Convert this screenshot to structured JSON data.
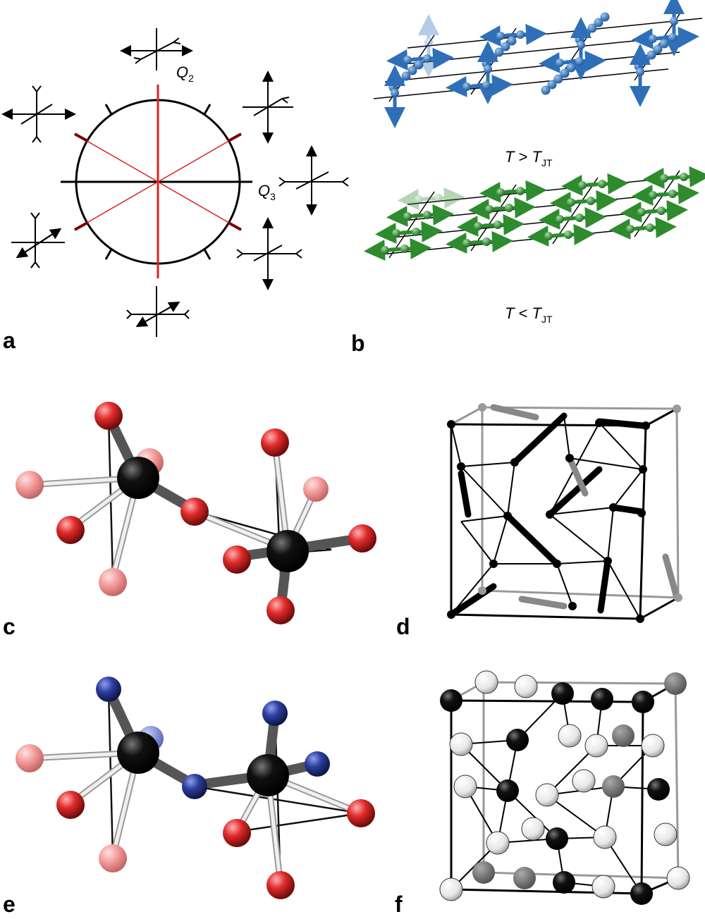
{
  "panels": {
    "a": {
      "label": "a",
      "axis_q2": "Q",
      "axis_q2_sub": "2",
      "axis_q3": "Q",
      "axis_q3_sub": "3"
    },
    "b": {
      "label": "b",
      "upper_T": "T",
      "upper_rel": " > ",
      "upper_TJT": "T",
      "upper_sub": "JT",
      "lower_T": "T",
      "lower_rel": " < ",
      "lower_TJT": "T",
      "lower_sub": "JT",
      "upper_color": "#2f6fb8",
      "lower_color": "#2e8b2e"
    },
    "c": {
      "label": "c"
    },
    "d": {
      "label": "d"
    },
    "e": {
      "label": "e"
    },
    "f": {
      "label": "f"
    }
  },
  "colors": {
    "oxygen": "#d8262b",
    "nitrogen": "#2b3f9e",
    "metal": "#111111",
    "red_line": "#d22"
  }
}
